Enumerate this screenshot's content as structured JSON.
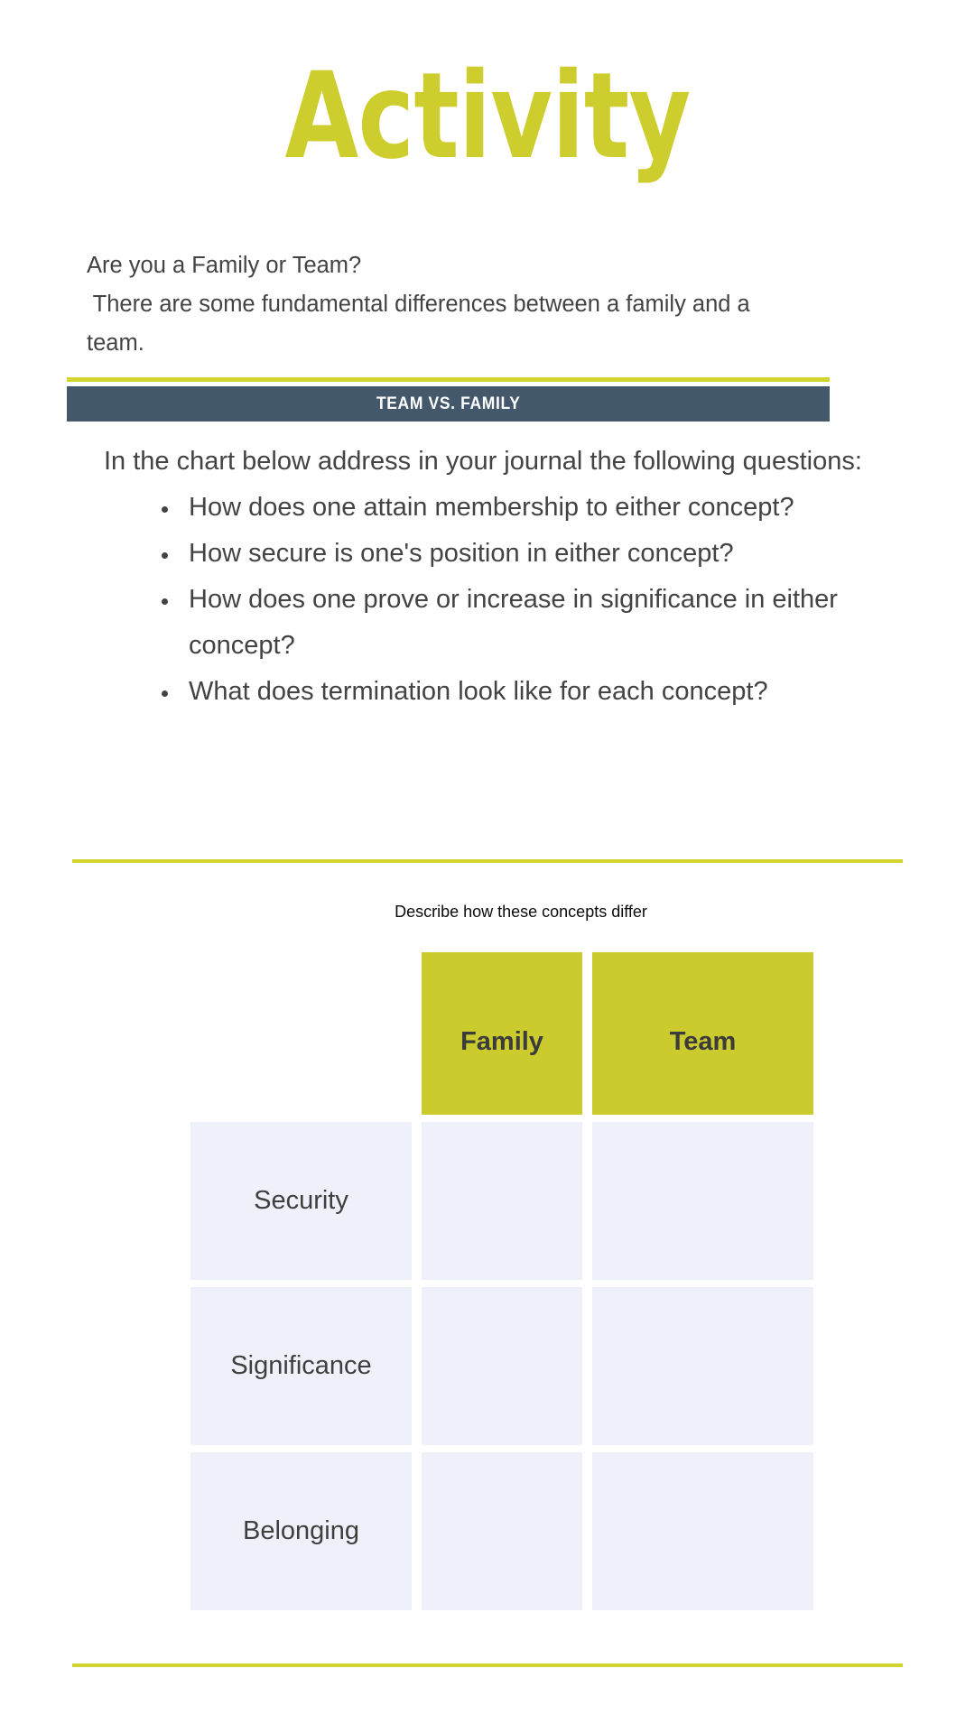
{
  "theme": {
    "accent_yellow": "#cdcd2e",
    "banner_slate": "#44586b",
    "cell_fill": "#eef1f9",
    "header_fill": "#cbcb2e",
    "text_dark": "#434343"
  },
  "page_title": "Activity",
  "intro": {
    "line1": "Are you a Family or Team?",
    "line2": " There are some fundamental differences between a family and a",
    "line3": "team."
  },
  "banner": {
    "label": "TEAM VS. FAMILY"
  },
  "questions": {
    "lead": "In the chart below address  in your journal the following questions:",
    "items": [
      "How does one attain membership to either concept?",
      "How secure is one's position in either concept?",
      "How does one prove or increase in significance in either concept?",
      "What does termination look like for each concept?"
    ]
  },
  "chart_data": {
    "type": "table",
    "title": "Describe how these concepts differ",
    "columns": [
      "",
      "Family",
      "Team"
    ],
    "row_labels": [
      "Security",
      "Significance",
      "Belonging"
    ],
    "rows": [
      {
        "label": "Security",
        "Family": "",
        "Team": ""
      },
      {
        "label": "Significance",
        "Family": "",
        "Team": ""
      },
      {
        "label": "Belonging",
        "Family": "",
        "Team": ""
      }
    ],
    "notes": "Empty response matrix for learner to fill in; header cells are yellow-green, body cells pale blue."
  }
}
